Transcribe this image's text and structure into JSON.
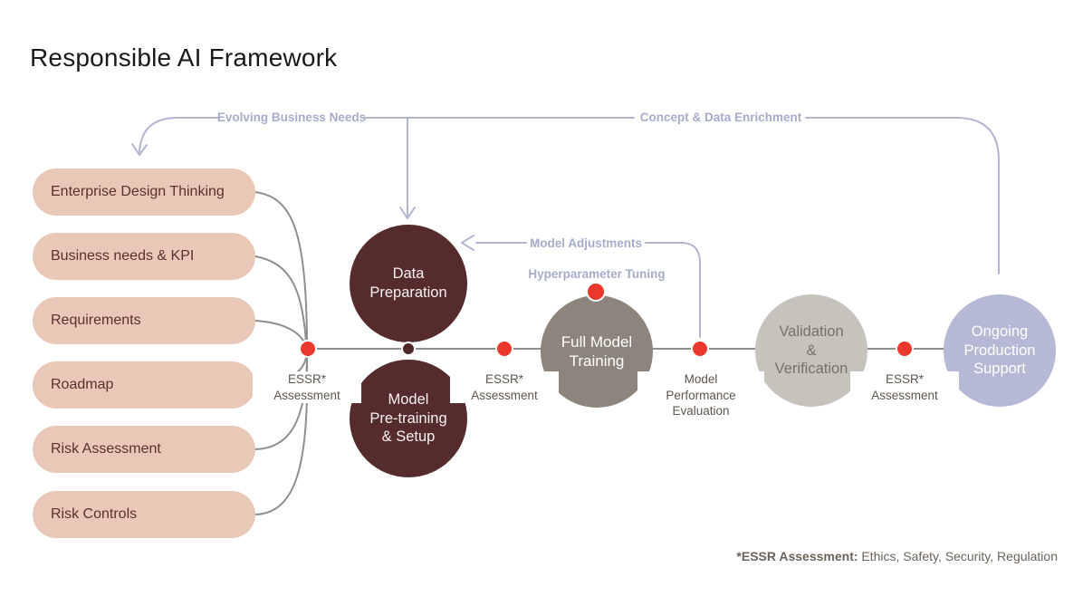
{
  "title": "Responsible AI Framework",
  "pills": [
    {
      "label": "Enterprise Design Thinking"
    },
    {
      "label": "Business needs & KPI"
    },
    {
      "label": "Requirements"
    },
    {
      "label": "Roadmap"
    },
    {
      "label": "Risk Assessment"
    },
    {
      "label": "Risk Controls"
    }
  ],
  "stages": [
    {
      "label": "Data\nPreparation"
    },
    {
      "label": "Model\nPre-training\n& Setup"
    },
    {
      "label": "Full Model\nTraining"
    },
    {
      "label": "Validation\n&\nVerification"
    },
    {
      "label": "Ongoing\nProduction\nSupport"
    }
  ],
  "checkpoints": {
    "essr_1": "ESSR*\nAssessment",
    "essr_2": "ESSR*\nAssessment",
    "essr_3": "ESSR*\nAssessment",
    "model_performance": "Model\nPerformance\nEvaluation"
  },
  "flow_labels": {
    "evolving_business_needs": "Evolving Business Needs",
    "concept_data_enrichment": "Concept & Data Enrichment",
    "model_adjustments": "Model Adjustments",
    "hyperparameter_tuning": "Hyperparameter Tuning"
  },
  "footnote": {
    "bold": "*ESSR Assessment:",
    "rest": " Ethics, Safety, Security, Regulation"
  },
  "colors": {
    "pill_bg": "#eac8b8",
    "pill_text": "#5d2f2f",
    "dark_circle": "#552b2b",
    "training_circle": "#8d857b",
    "validation_circle": "#c6c2bc",
    "support_circle": "#b5b9d5",
    "checkpoint_red": "#ea392c",
    "merge_dot": "#4f2727",
    "flow_lavender_line": "#b3b6d3",
    "flow_lavender_text": "#a7accd",
    "connector_gray": "#8f8f8f",
    "checkpoint_label_text": "#5e574e",
    "footnote_text": "#6b635a"
  }
}
